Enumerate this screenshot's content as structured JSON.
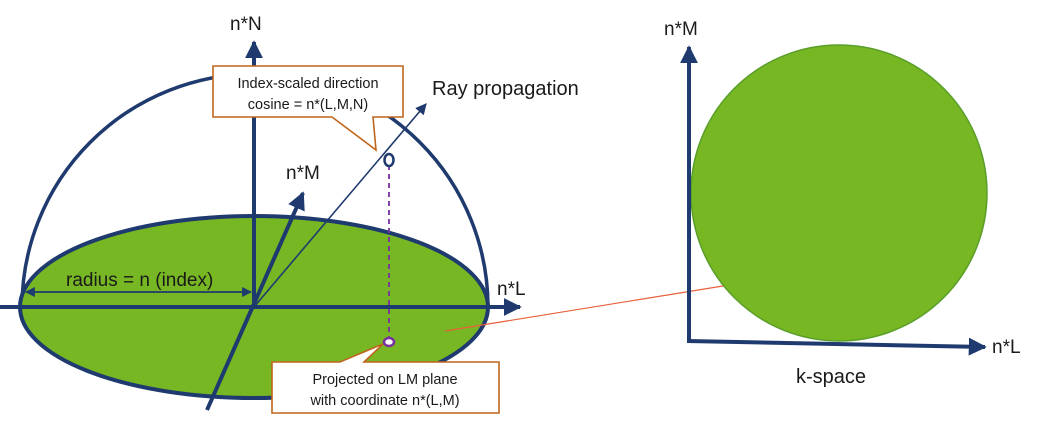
{
  "colors": {
    "axis": "#1f3a6e",
    "fill_green": "#77b723",
    "fill_stroke": "#5a9e2a",
    "callout_border": "#c0651c",
    "dashed": "#7a2fa0",
    "marker": "#1f3a6e",
    "marker_bottom": "#7a2fa0",
    "red_arrow": "#e8603a"
  },
  "left_diagram": {
    "axis_vertical_label": "n*N",
    "axis_depth_label": "n*M",
    "axis_horizontal_label": "n*L",
    "ray_label": "Ray propagation",
    "radius_label": "radius = n (index)",
    "callout_top": {
      "line1": "Index-scaled direction",
      "line2": "cosine = n*(L,M,N)"
    },
    "callout_bottom": {
      "line1": "Projected on LM plane",
      "line2": "with coordinate n*(L,M)"
    }
  },
  "right_diagram": {
    "axis_vertical_label": "n*M",
    "axis_horizontal_label": "n*L",
    "caption": "k-space"
  }
}
